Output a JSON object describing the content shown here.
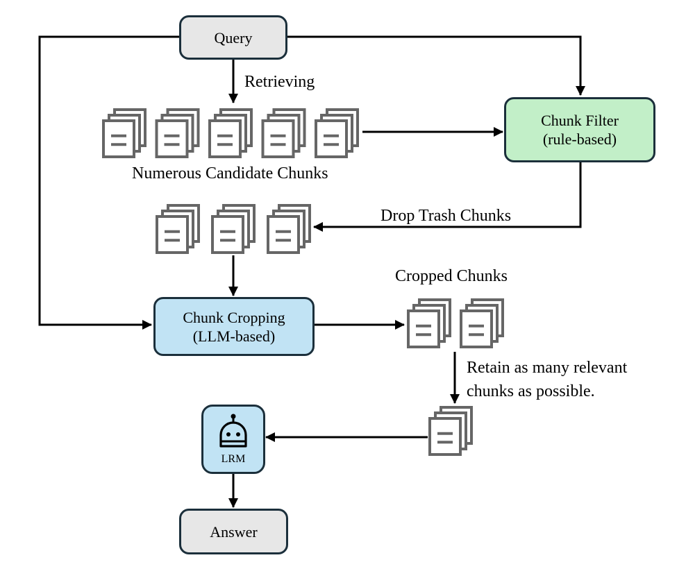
{
  "nodes": {
    "query": "Query",
    "chunk_filter": {
      "line1": "Chunk Filter",
      "line2": "(rule-based)"
    },
    "chunk_cropping": {
      "line1": "Chunk Cropping",
      "line2": "(LLM-based)"
    },
    "lrm": {
      "label": "LRM",
      "icon": "robot-icon"
    },
    "answer": "Answer"
  },
  "labels": {
    "retrieving": "Retrieving",
    "numerous_candidate_chunks": "Numerous Candidate Chunks",
    "drop_trash_chunks": "Drop Trash Chunks",
    "cropped_chunks": "Cropped Chunks",
    "retain_line1": "Retain as many relevant",
    "retain_line2": "chunks as possible."
  },
  "chunk_groups": {
    "candidate_count": 5,
    "filtered_count": 3,
    "cropped_count": 2,
    "final_count": 1,
    "icon": "document-stack-icon"
  },
  "colors": {
    "box_border": "#1b2f3b",
    "query_fill": "#e7e7e7",
    "filter_fill": "#c2efc8",
    "cropping_fill": "#c1e3f4",
    "lrm_fill": "#c1e3f4",
    "answer_fill": "#e7e7e7",
    "chunk_icon": "#666666"
  }
}
